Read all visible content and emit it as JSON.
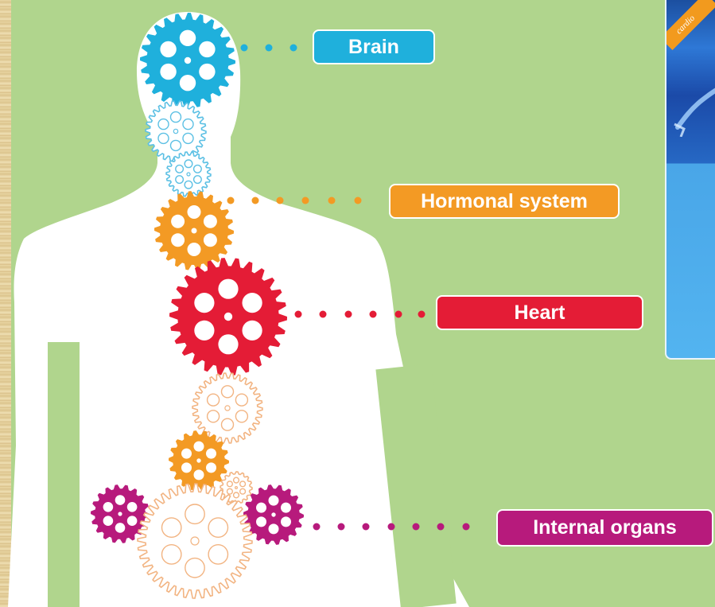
{
  "labels": {
    "brain": "Brain",
    "hormonal": "Hormonal system",
    "heart": "Heart",
    "organs": "Internal organs"
  },
  "inset": {
    "corner_text": "cardio"
  },
  "colors": {
    "background": "#b0d58d",
    "body": "#ffffff",
    "brain": "#1fb0dc",
    "hormonal": "#f39a24",
    "heart": "#e41c36",
    "organs": "#b71a7c"
  }
}
